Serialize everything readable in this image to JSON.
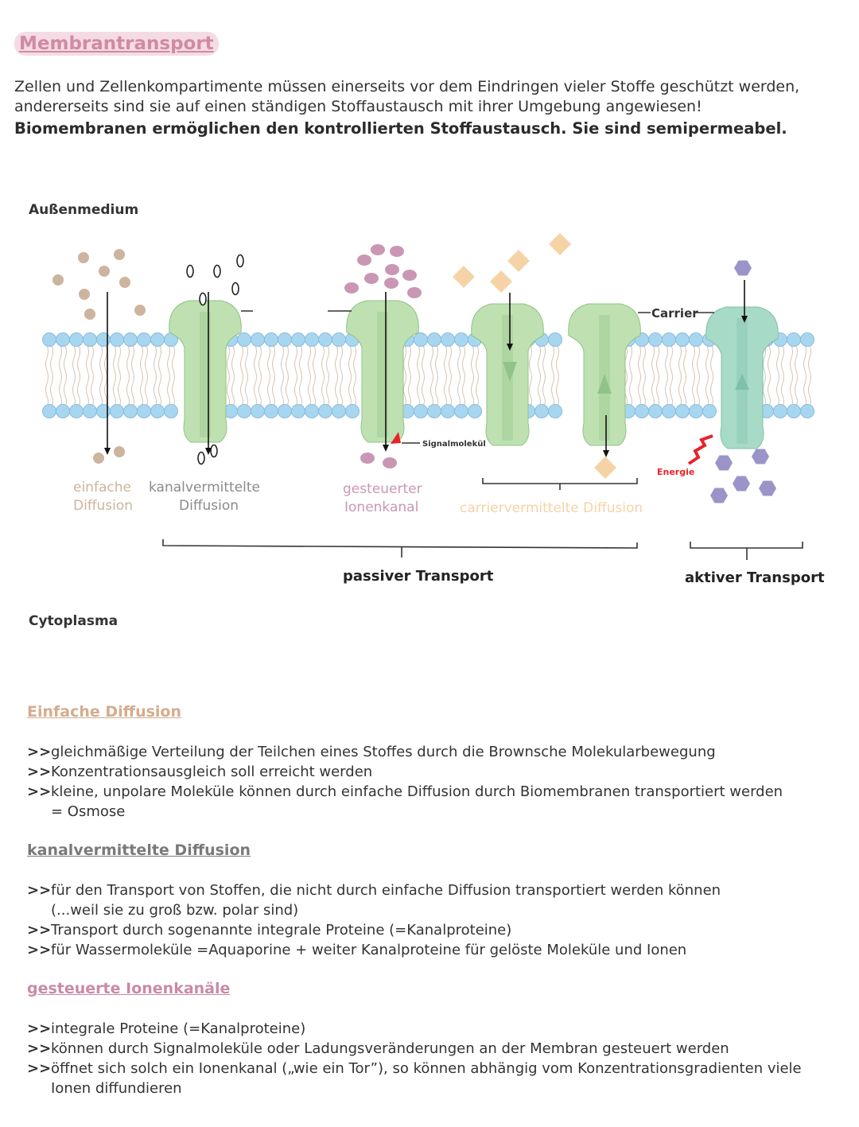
{
  "title": "Membrantransport",
  "intro_line1": "Zellen und Zellenkompartimente müssen einerseits vor dem Eindringen vieler Stoffe geschützt werden,",
  "intro_line2": "andererseits sind sie auf einen ständigen Stoffaustausch mit ihrer Umgebung angewiesen!",
  "intro_bold": "Biomembranen ermöglichen den kontrollierten Stoffaustausch. Sie sind semipermeabel.",
  "diagram": {
    "outside_label": "Außenmedium",
    "inside_label": "Cytoplasma",
    "carrier_label": "Carrier",
    "signal_label": "Signalmolekül",
    "energy_label": "Energie",
    "simple_diffusion": [
      "einfache",
      "Diffusion"
    ],
    "channel_diffusion": [
      "kanalvermittelte",
      "Diffusion"
    ],
    "gated_channel": [
      "gesteuerter",
      "Ionenkanal"
    ],
    "carrier_diffusion": "carriervermittelte Diffusion",
    "passive": "passiver Transport",
    "active": "aktiver Transport",
    "colors": {
      "membrane_head": "#a9d6ef",
      "protein": "#bfe0b0",
      "protein_dark": "#8fc488",
      "active_protein": "#a8dac8",
      "simple": "#cdb49e",
      "gated": "#c997b3",
      "carrier": "#f6d3a6",
      "active": "#9a94c8",
      "signal": "#e8232a",
      "energy": "#e8232a"
    }
  },
  "sections": [
    {
      "heading": "Einfache Diffusion",
      "color": "#d4ac8e",
      "items": [
        {
          "marker": ">>",
          "text": "gleichmäßige Verteilung der Teilchen eines Stoffes durch die Brownsche Molekularbewegung"
        },
        {
          "marker": ">>",
          "text": "Konzentrationsausgleich soll erreicht werden"
        },
        {
          "marker": ">>",
          "text": "kleine, unpolare Moleküle können durch einfache Diffusion durch Biomembranen transportiert werden",
          "cont": "= Osmose"
        }
      ]
    },
    {
      "heading": "kanalvermittelte Diffusion",
      "color": "#7a7a7a",
      "items": [
        {
          "marker": ">>",
          "text": "für den Transport von Stoffen, die nicht durch einfache Diffusion transportiert werden können",
          "cont": "(...weil sie zu groß bzw. polar sind)"
        },
        {
          "marker": ">>",
          "text": "Transport durch sogenannte integrale Proteine (=Kanalproteine)"
        },
        {
          "marker": ">>",
          "text": "für Wassermoleküle =Aquaporine   + weiter Kanalproteine für gelöste Moleküle und Ionen"
        }
      ]
    },
    {
      "heading": "gesteuerte Ionenkanäle",
      "color": "#c98aa8",
      "items": [
        {
          "marker": ">>",
          "text": "integrale Proteine (=Kanalproteine)"
        },
        {
          "marker": ">>",
          "text": "können durch Signalmoleküle oder Ladungsveränderungen an der Membran gesteuert werden"
        },
        {
          "marker": ">>",
          "text": "öffnet sich solch ein Ionenkanal („wie ein Tor”), so können abhängig vom Konzentrationsgradienten viele",
          "cont": "Ionen diffundieren"
        }
      ]
    }
  ]
}
